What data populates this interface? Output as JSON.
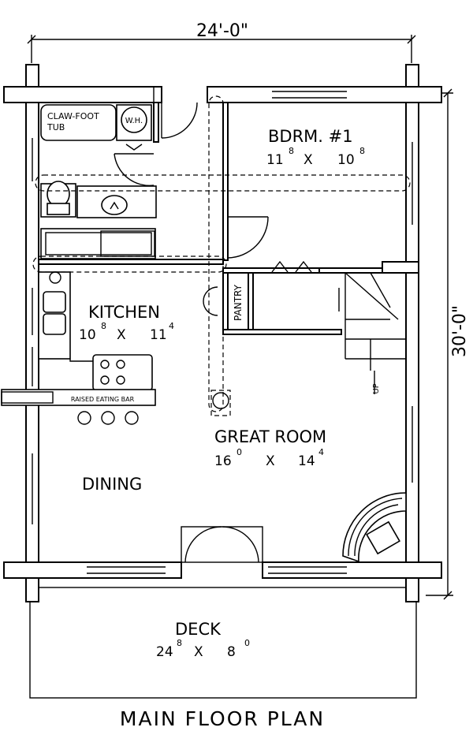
{
  "plan": {
    "title": "MAIN FLOOR PLAN",
    "width_dim": "24'-0\"",
    "depth_dim": "30'-0\""
  },
  "rooms": {
    "bedroom": {
      "name": "BDRM.  #1",
      "size": "11",
      "size_sup": "8",
      "by": "X",
      "size2": "10",
      "size2_sup": "8"
    },
    "kitchen": {
      "name": "KITCHEN",
      "size": "10",
      "size_sup": "8",
      "by": "X",
      "size2": "11",
      "size2_sup": "4"
    },
    "great_room": {
      "name": "GREAT  ROOM",
      "size": "16",
      "size_sup": "0",
      "by": "X",
      "size2": "14",
      "size2_sup": "4"
    },
    "dining": {
      "name": "DINING"
    },
    "deck": {
      "name": "DECK",
      "size": "24",
      "size_sup": "8",
      "by": "X",
      "size2": "8",
      "size2_sup": "0"
    }
  },
  "fixtures": {
    "tub_line1": "CLAW-FOOT",
    "tub_line2": "TUB",
    "water_heater": "W.H.",
    "pantry": "PANTRY",
    "eating_bar": "RAISED EATING BAR",
    "stair_up": "UP"
  }
}
